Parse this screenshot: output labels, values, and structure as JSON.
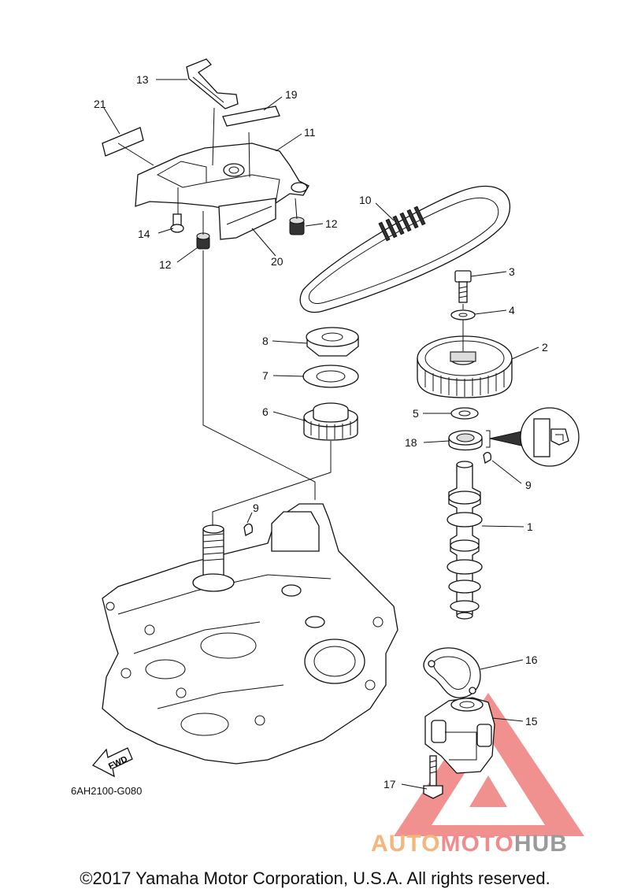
{
  "diagram_code": "6AH2100-G080",
  "fwd_label": "FWD",
  "copyright": "©2017 Yamaha Motor Corporation, U.S.A. All rights reserved.",
  "watermark": {
    "part1": "AUTO",
    "part2": "MOTO",
    "part3": "HUB",
    "colors": {
      "auto": "#f6b57a",
      "moto": "#f28c8c",
      "hub": "#9a9a9a",
      "triangle": "#e53935"
    }
  },
  "callouts": {
    "c1": "1",
    "c2": "2",
    "c3": "3",
    "c4": "4",
    "c5": "5",
    "c6": "6",
    "c7": "7",
    "c8": "8",
    "c9a": "9",
    "c9b": "9",
    "c10": "10",
    "c11": "11",
    "c12a": "12",
    "c12b": "12",
    "c13": "13",
    "c14": "14",
    "c15": "15",
    "c16": "16",
    "c17": "17",
    "c18": "18",
    "c19": "19",
    "c20": "20",
    "c21": "21"
  }
}
